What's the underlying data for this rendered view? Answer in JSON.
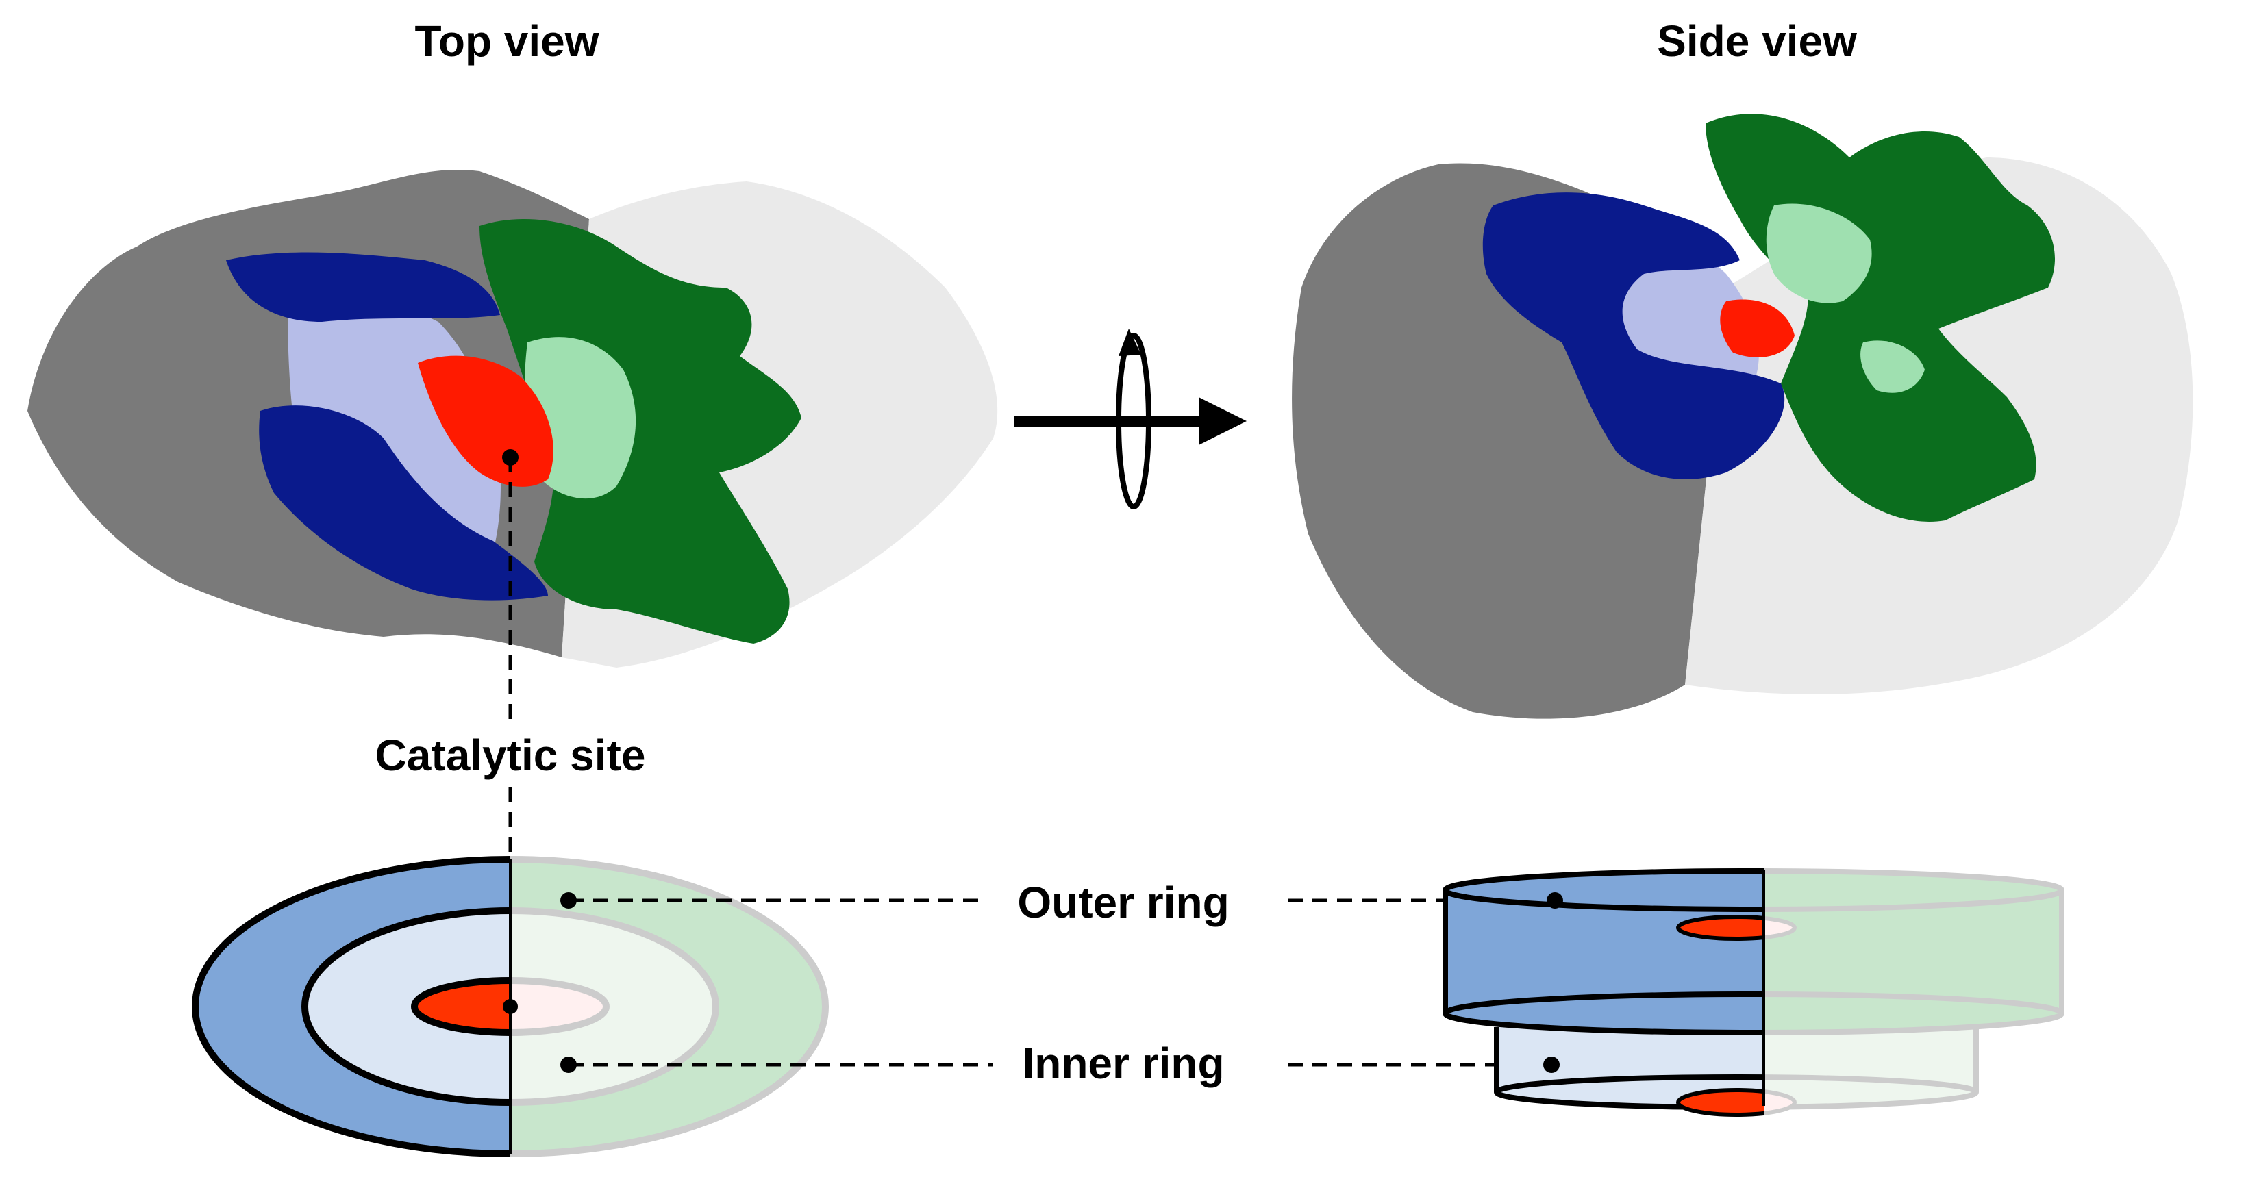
{
  "labels": {
    "top_view": "Top view",
    "side_view": "Side view",
    "catalytic_site": "Catalytic site",
    "outer_ring": "Outer ring",
    "inner_ring": "Inner ring"
  },
  "colors": {
    "protein_dark_gray": "#7a7a7a",
    "protein_light_gray": "#eaeaea",
    "blue_dark": "#0a1a8c",
    "blue_light": "#b6bde8",
    "green_dark": "#0b6e1e",
    "green_light": "#9fe0b0",
    "catalytic_red": "#ff1a00",
    "ring_blue": "#7fa6d8",
    "ring_blue_light": "#dbe6f4",
    "ring_green": "#c8e6cc",
    "ring_green_light": "#eef6ee"
  }
}
